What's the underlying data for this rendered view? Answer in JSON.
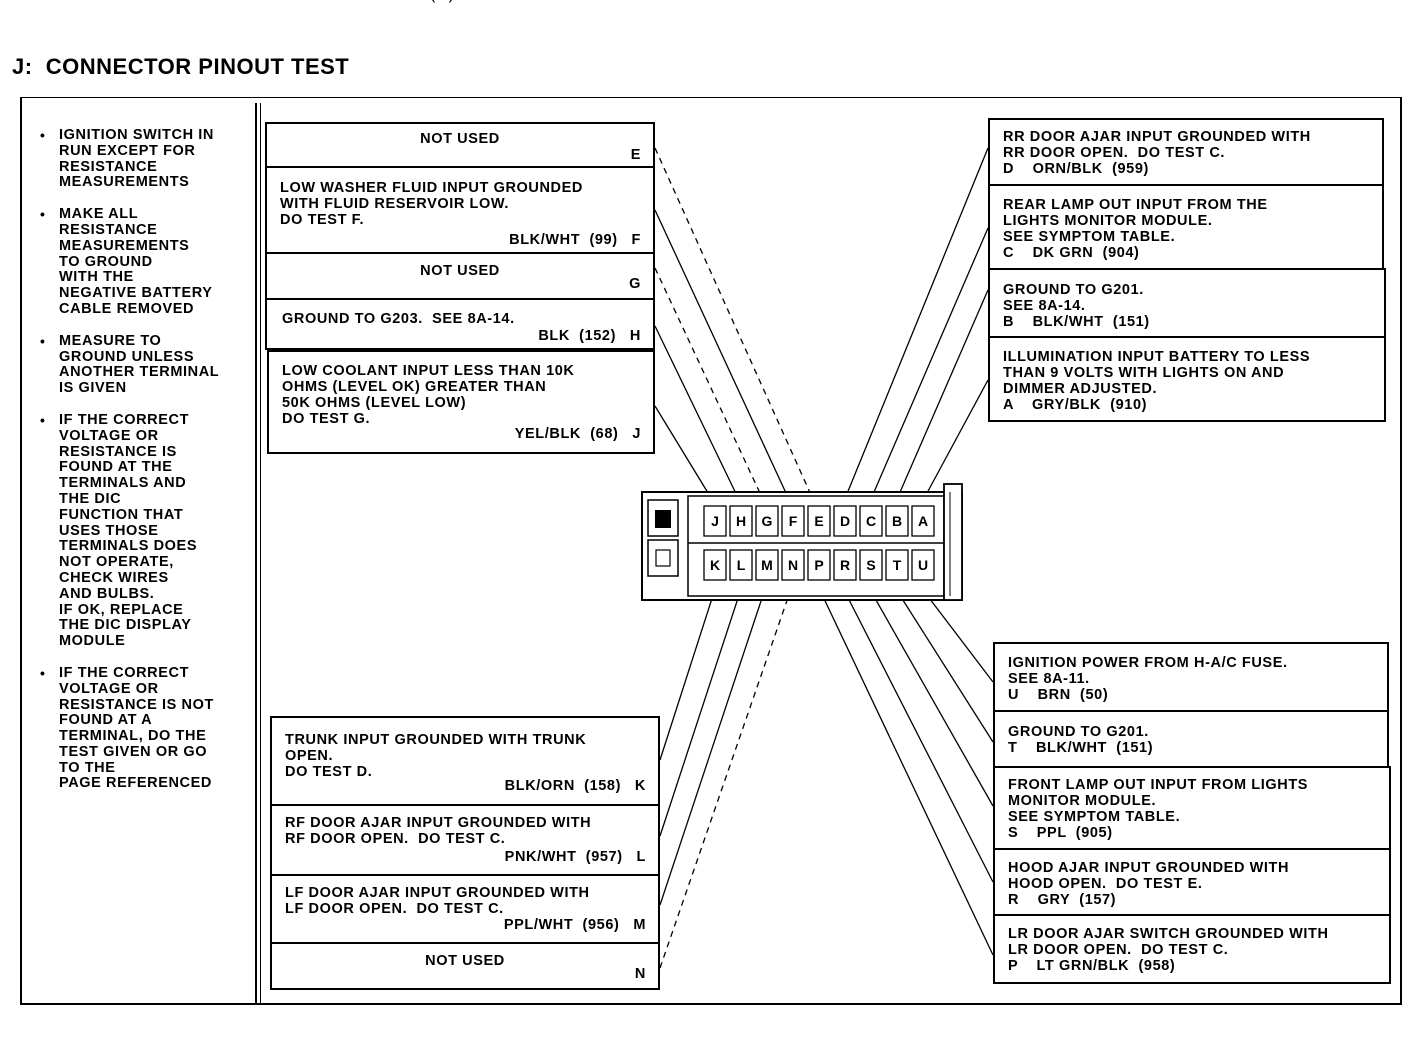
{
  "page": {
    "top_fragment": "(...)",
    "title": "J:  CONNECTOR PINOUT TEST"
  },
  "notes": [
    "IGNITION SWITCH IN\nRUN EXCEPT FOR\nRESISTANCE\nMEASUREMENTS",
    "MAKE ALL\nRESISTANCE\nMEASUREMENTS\nTO GROUND\nWITH THE\nNEGATIVE BATTERY\nCABLE REMOVED",
    "MEASURE TO\nGROUND UNLESS\nANOTHER TERMINAL\nIS GIVEN",
    "IF THE CORRECT\nVOLTAGE OR\nRESISTANCE IS\nFOUND AT THE\nTERMINALS AND\nTHE DIC\nFUNCTION THAT\nUSES THOSE\nTERMINALS DOES\nNOT OPERATE,\nCHECK WIRES\nAND BULBS.\nIF OK, REPLACE\nTHE DIC DISPLAY\nMODULE",
    "IF THE CORRECT\nVOLTAGE OR\nRESISTANCE IS NOT\nFOUND AT A\nTERMINAL, DO THE\nTEST GIVEN OR GO\nTO THE\nPAGE REFERENCED"
  ],
  "left_top_boxes": {
    "E": {
      "text": "NOT USED",
      "pin": "E"
    },
    "F": {
      "text": "LOW WASHER FLUID INPUT GROUNDED\nWITH FLUID RESERVOIR LOW.\nDO TEST F.",
      "wire": "BLK/WHT  (99)",
      "pin": "F"
    },
    "G": {
      "text": "NOT USED",
      "pin": "G"
    },
    "H": {
      "text": "GROUND TO G203.  SEE 8A-14.",
      "wire": "BLK  (152)",
      "pin": "H"
    },
    "J": {
      "text": "LOW COOLANT INPUT LESS THAN 10K\nOHMS (LEVEL OK) GREATER THAN\n50K OHMS (LEVEL LOW)\nDO TEST G.",
      "wire": "YEL/BLK  (68)",
      "pin": "J"
    }
  },
  "left_bottom_boxes": {
    "K": {
      "text": "TRUNK INPUT GROUNDED WITH TRUNK\nOPEN.\nDO TEST D.",
      "wire": "BLK/ORN  (158)",
      "pin": "K"
    },
    "L": {
      "text": "RF DOOR AJAR INPUT GROUNDED WITH\nRF DOOR OPEN.  DO TEST C.",
      "wire": "PNK/WHT  (957)",
      "pin": "L"
    },
    "M": {
      "text": "LF DOOR AJAR INPUT GROUNDED WITH\nLF DOOR OPEN.  DO TEST C.",
      "wire": "PPL/WHT  (956)",
      "pin": "M"
    },
    "N": {
      "text": "NOT USED",
      "pin": "N"
    }
  },
  "right_top_boxes": {
    "D": {
      "text": "RR DOOR AJAR INPUT GROUNDED WITH\nRR DOOR OPEN.  DO TEST C.\nD    ORN/BLK  (959)"
    },
    "C": {
      "text": "REAR LAMP OUT INPUT FROM THE\nLIGHTS MONITOR MODULE.\nSEE SYMPTOM TABLE.\nC    DK GRN  (904)"
    },
    "B": {
      "text": "GROUND TO G201.\nSEE 8A-14.\nB    BLK/WHT  (151)"
    },
    "A": {
      "text": "ILLUMINATION INPUT BATTERY TO LESS\nTHAN 9 VOLTS WITH LIGHTS ON AND\nDIMMER ADJUSTED.\nA    GRY/BLK  (910)"
    }
  },
  "right_bottom_boxes": {
    "U": {
      "text": "IGNITION POWER FROM H-A/C FUSE.\nSEE 8A-11.\nU    BRN  (50)"
    },
    "T": {
      "text": "GROUND TO G201.\nT    BLK/WHT  (151)"
    },
    "S": {
      "text": "FRONT LAMP OUT INPUT FROM LIGHTS\nMONITOR MODULE.\nSEE SYMPTOM TABLE.\nS    PPL  (905)"
    },
    "R": {
      "text": "HOOD AJAR INPUT GROUNDED WITH\nHOOD OPEN.  DO TEST E.\nR    GRY  (157)"
    },
    "P": {
      "text": "LR DOOR AJAR SWITCH GROUNDED WITH\nLR DOOR OPEN.  DO TEST C.\nP    LT GRN/BLK  (958)"
    }
  },
  "connector": {
    "top_row": [
      "J",
      "H",
      "G",
      "F",
      "E",
      "D",
      "C",
      "B",
      "A"
    ],
    "bottom_row": [
      "K",
      "L",
      "M",
      "N",
      "P",
      "R",
      "S",
      "T",
      "U"
    ],
    "unused_pins": [
      "E",
      "G",
      "N"
    ]
  }
}
